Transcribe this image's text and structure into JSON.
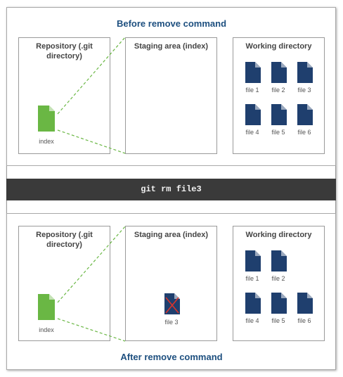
{
  "before": {
    "title": "Before remove command",
    "repository_label": "Repository (.git directory)",
    "index_label": "index",
    "staging_label": "Staging area (index)",
    "working_label": "Working directory",
    "working_files": [
      "file 1",
      "file 2",
      "file 3",
      "file 4",
      "file 5",
      "file 6"
    ]
  },
  "command": "git rm file3",
  "after": {
    "title": "After remove command",
    "repository_label": "Repository (.git directory)",
    "index_label": "index",
    "staging_label": "Staging area (index)",
    "staging_file": "file 3",
    "working_label": "Working directory",
    "working_files": [
      "file 1",
      "file 2",
      "file 4",
      "file 5",
      "file 6"
    ]
  },
  "colors": {
    "title": "#1d4f7f",
    "file_dark": "#1f3f6e",
    "index_green": "#6ab744",
    "cross_red": "#d9342b",
    "command_bar": "#3a3a3a"
  },
  "icons": {
    "working_file": "document-icon",
    "index_file": "green-document-icon",
    "removed_file": "removed-document-icon"
  }
}
